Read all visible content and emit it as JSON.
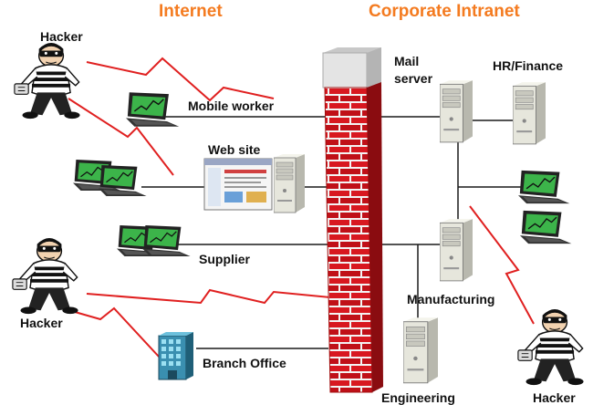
{
  "headers": {
    "internet": "Internet",
    "intranet": "Corporate Intranet"
  },
  "labels": {
    "hacker_top_left": "Hacker",
    "hacker_bottom_left": "Hacker",
    "hacker_right": "Hacker",
    "mobile_worker": "Mobile worker",
    "web_site": "Web site",
    "supplier": "Supplier",
    "branch_office": "Branch Office",
    "mail_server": "Mail\nserver",
    "hr_finance": "HR/Finance",
    "manufacturing": "Manufacturing",
    "engineering": "Engineering"
  },
  "colors": {
    "header_orange": "#f47b20",
    "attack_red": "#e02020",
    "link_line": "#1a1a1a",
    "brick_red": "#d81820",
    "screen_green": "#3cb44a"
  },
  "icons": {
    "hacker": "burglar-icon",
    "laptop": "laptop-icon",
    "server": "server-tower-icon",
    "building": "office-building-icon",
    "firewall": "brick-wall-icon",
    "browser": "web-page-icon"
  }
}
